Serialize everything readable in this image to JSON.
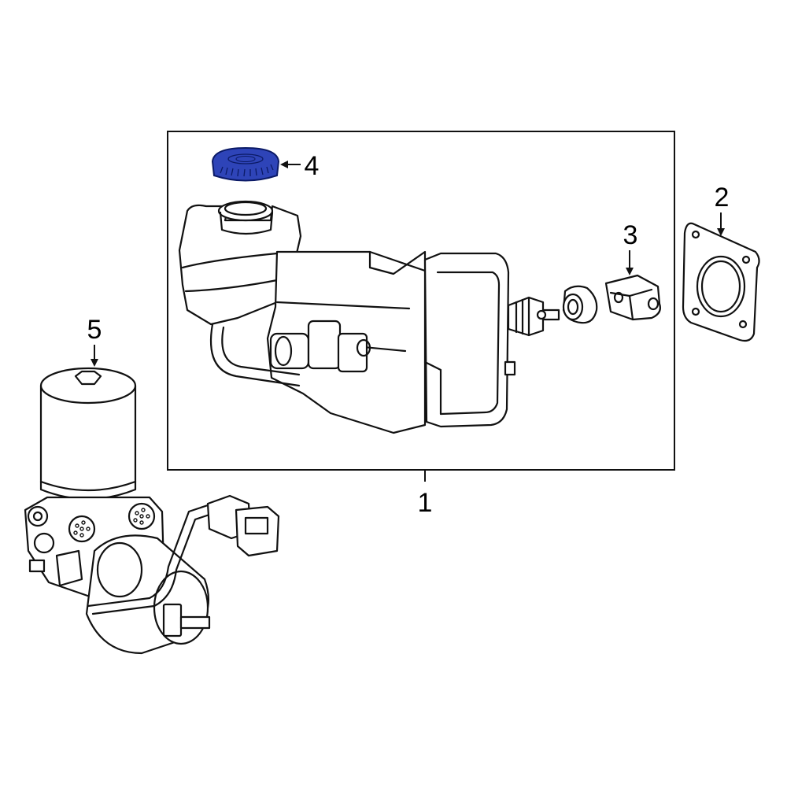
{
  "callouts": {
    "c1": "1",
    "c2": "2",
    "c3": "3",
    "c4": "4",
    "c5": "5"
  },
  "colors": {
    "line": "#111111",
    "highlight": "#2e44b8",
    "background": "#ffffff"
  },
  "parts": {
    "highlighted_part": "4",
    "icons": [
      "reservoir-cap-icon",
      "gasket-icon",
      "clevis-icon",
      "brake-booster-assembly-icon",
      "pump-motor-icon"
    ]
  }
}
